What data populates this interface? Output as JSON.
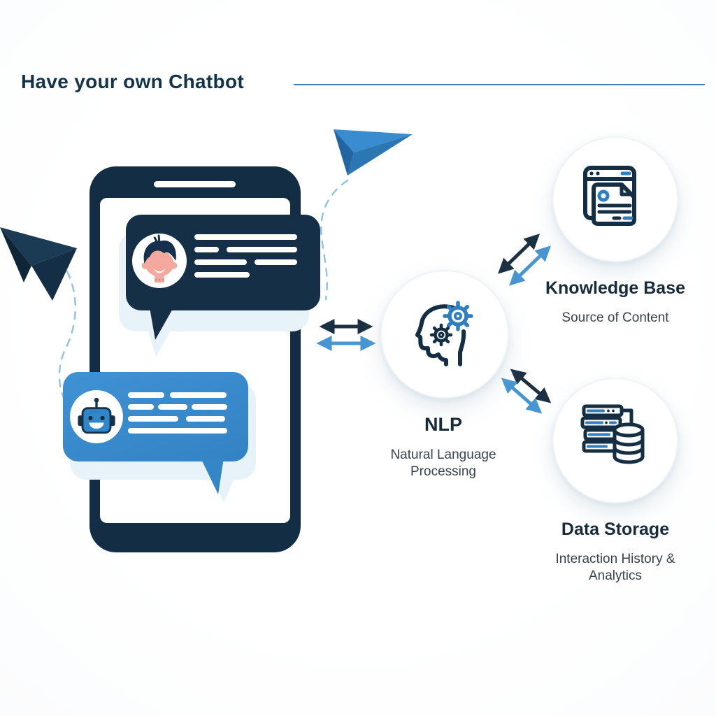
{
  "title": "Have your own Chatbot",
  "nodes": {
    "nlp": {
      "title": "NLP",
      "subtitle": "Natural Language Processing"
    },
    "knowledge_base": {
      "title": "Knowledge Base",
      "subtitle": "Source of Content"
    },
    "data_storage": {
      "title": "Data Storage",
      "subtitle": "Interaction History & Analytics"
    }
  },
  "icons": {
    "phone": "smartphone-illustration",
    "user_bubble": "user-avatar-icon",
    "bot_bubble": "robot-avatar-icon",
    "plane_top": "paper-plane-icon",
    "plane_left": "paper-plane-icon",
    "nlp": "head-with-gears-icon",
    "knowledge_base": "browser-document-icon",
    "data_storage": "server-database-icon"
  },
  "colors": {
    "dark_navy": "#142f46",
    "arrow_dark": "#1c3044",
    "arrow_blue": "#4795d2",
    "bubble_blue": "#3b8dd0",
    "echo_bubble": "#e7f3f9",
    "trail_blue": "#90c4e8",
    "skin": "#f4a89e",
    "title_text": "#143349",
    "heading_text": "#172b3a",
    "subtitle_text": "#37444e",
    "title_line": "#3e7dab"
  }
}
